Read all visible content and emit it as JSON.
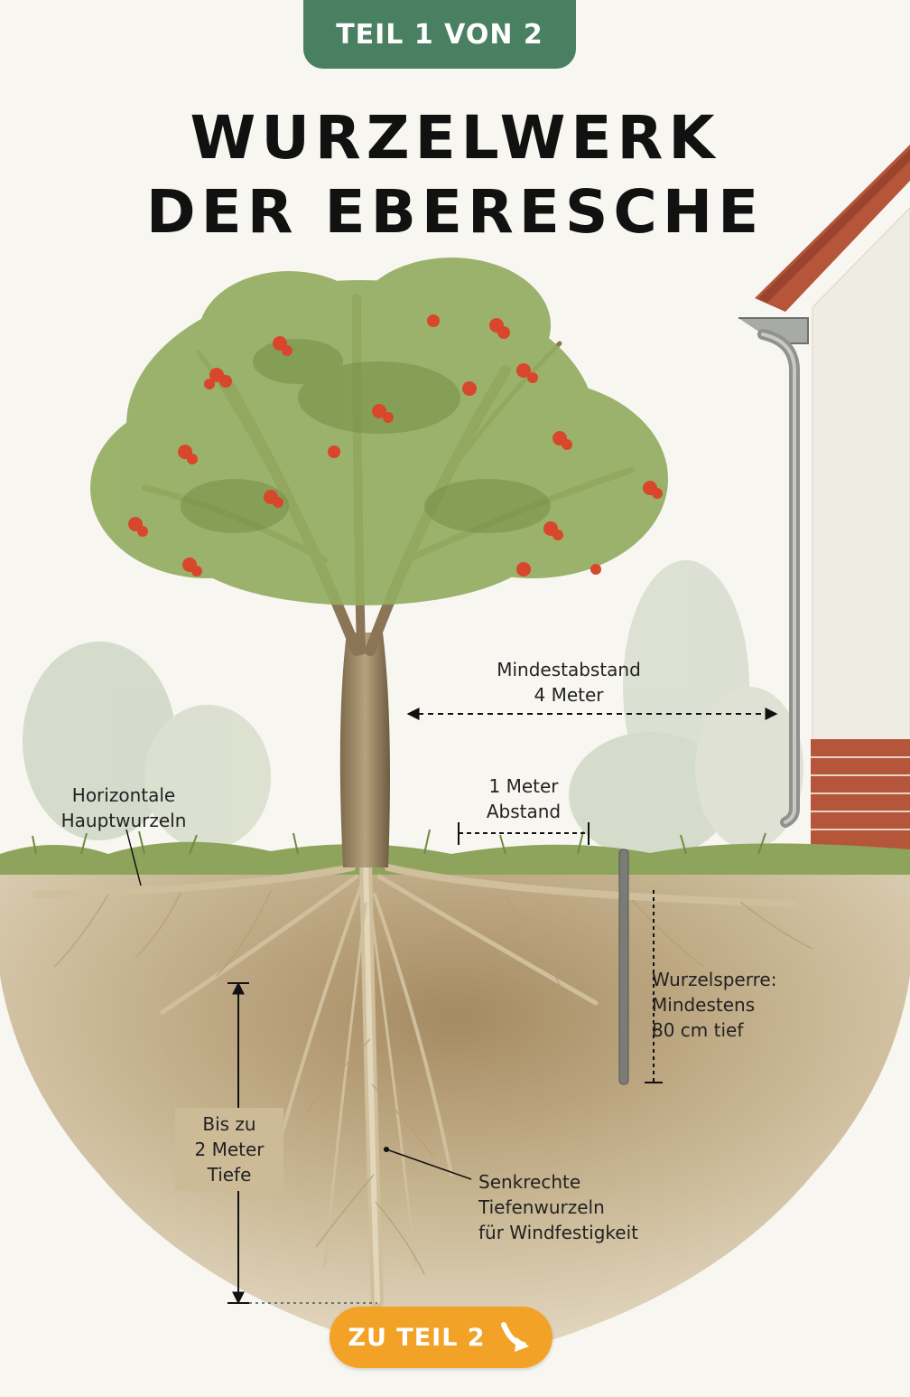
{
  "badge": {
    "label": "TEIL 1 VON 2"
  },
  "title": {
    "line1": "WURZELWERK",
    "line2": "DER EBERESCHE"
  },
  "labels": {
    "horizontal_roots": {
      "line1": "Horizontale",
      "line2": "Hauptwurzeln"
    },
    "min_distance": {
      "line1": "Mindestabstand",
      "line2": "4 Meter"
    },
    "one_meter": {
      "line1": "1 Meter",
      "line2": "Abstand"
    },
    "root_barrier": {
      "line1": "Wurzelsperre:",
      "line2": "Mindestens",
      "line3": "80 cm tief"
    },
    "depth": {
      "line1": "Bis zu",
      "line2": "2 Meter",
      "line3": "Tiefe"
    },
    "tap_roots": {
      "line1": "Senkrechte",
      "line2": "Tiefenwurzeln",
      "line3": "für Windfestigkeit"
    }
  },
  "next_button": {
    "label": "ZU TEIL 2",
    "icon": "arrow-down-right-icon"
  },
  "colors": {
    "badge_green": "#4a8062",
    "button_orange": "#f2a227",
    "soil": "#c9b594",
    "berries": "#d8472b",
    "leaves": "#8aa65a",
    "brick": "#b5553a"
  }
}
